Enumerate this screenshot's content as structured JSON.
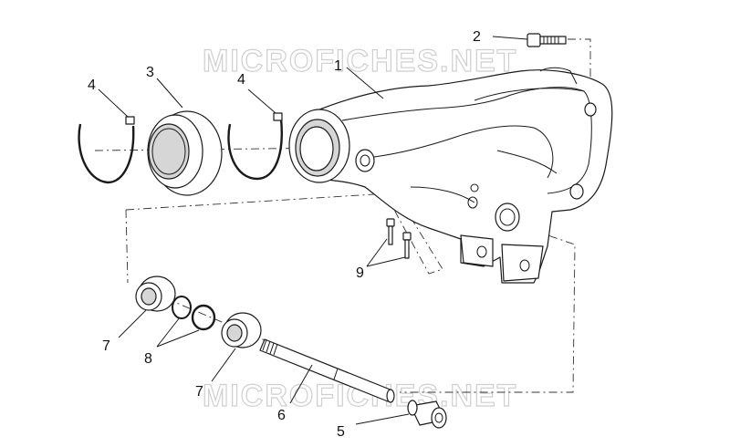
{
  "watermarks": [
    "MICROFICHES.NET",
    "MICROFICHES.NET"
  ],
  "callouts": {
    "c1": "1",
    "c2": "2",
    "c3": "3",
    "c4a": "4",
    "c4b": "4",
    "c5": "5",
    "c6": "6",
    "c7a": "7",
    "c7b": "7",
    "c8": "8",
    "c9": "9"
  }
}
